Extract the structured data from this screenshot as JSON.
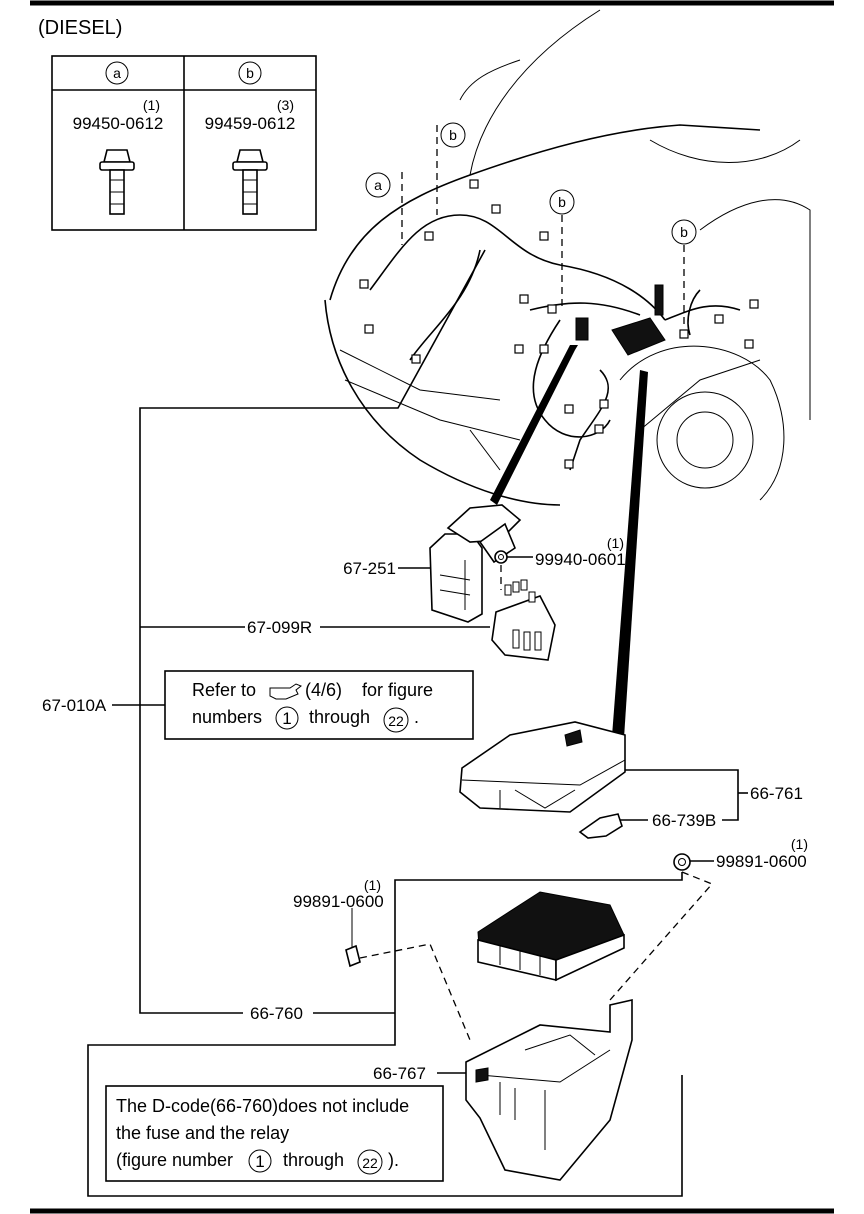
{
  "header": {
    "engine": "(DIESEL)"
  },
  "fastener_table": {
    "columns": [
      {
        "key": "a",
        "part_no": "99450-0612",
        "qty": "(1)"
      },
      {
        "key": "b",
        "part_no": "99459-0612",
        "qty": "(3)"
      }
    ]
  },
  "callouts": {
    "b_top": "b",
    "a_left": "a",
    "b_mid": "b",
    "b_right": "b"
  },
  "parts": {
    "p67_251": "67-251",
    "p99940": {
      "number": "99940-0601",
      "qty": "(1)"
    },
    "p67_099R": "67-099R",
    "p67_010A": "67-010A",
    "p66_761": "66-761",
    "p66_739B": "66-739B",
    "p99891_right": {
      "number": "99891-0600",
      "qty": "(1)"
    },
    "p99891_left": {
      "number": "99891-0600",
      "qty": "(1)"
    },
    "p66_760": "66-760",
    "p66_767": "66-767"
  },
  "notes": {
    "refer": {
      "line1_a": "Refer to",
      "line1_b": "(4/6)",
      "line1_c": "for figure",
      "line2_a": "numbers",
      "circle_start": "1",
      "line2_b": "through",
      "circle_end": "22",
      "line2_c": "."
    },
    "dcode": {
      "line1": "The D-code(66-760)does not include",
      "line2": "the fuse and the relay",
      "line3_a": "(figure number",
      "circle_start": "1",
      "line3_b": "through",
      "circle_end": "22",
      "line3_c": ")."
    }
  }
}
